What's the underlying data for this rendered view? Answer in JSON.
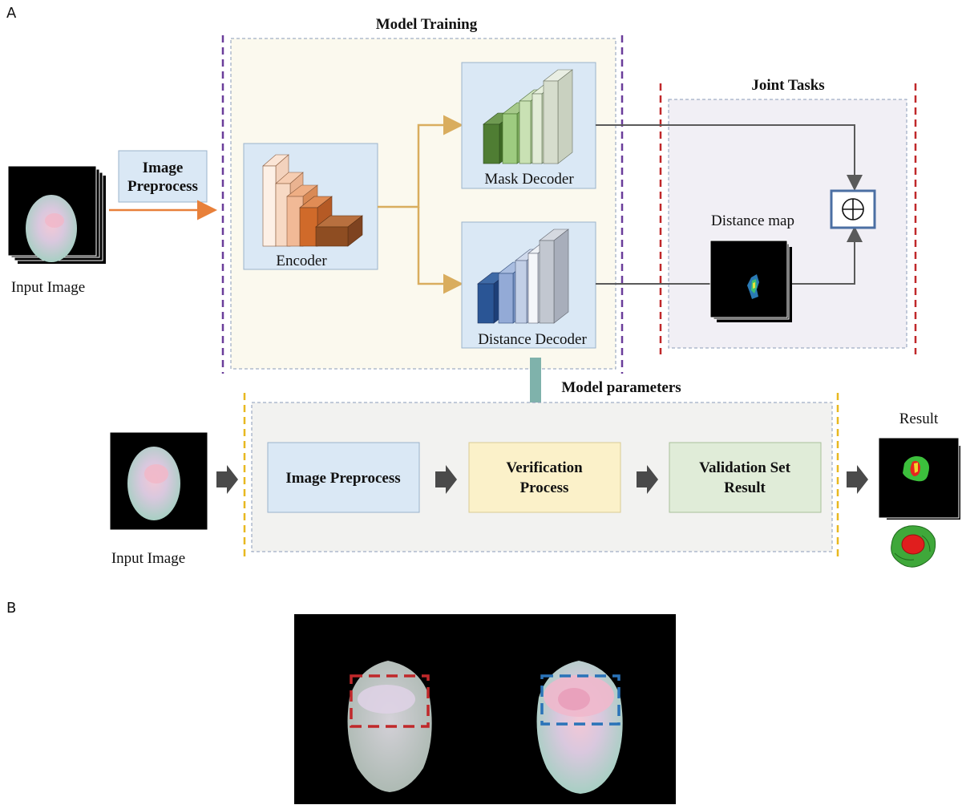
{
  "panel_a": {
    "tag": "A",
    "model_training": "Model Training",
    "joint_tasks": "Joint Tasks",
    "image_preprocess_line1": "Image",
    "image_preprocess_line2": "Preprocess",
    "input_image": "Input Image",
    "encoder": "Encoder",
    "mask_decoder": "Mask Decoder",
    "distance_decoder": "Distance Decoder",
    "distance_map": "Distance map",
    "model_parameters": "Model parameters",
    "pipeline": {
      "input_image": "Input Image",
      "step1": "Image Preprocess",
      "step2_line1": "Verification",
      "step2_line2": "Process",
      "step3_line1": "Validation Set",
      "step3_line2": "Result",
      "result": "Result"
    }
  },
  "panel_b": {
    "tag": "B"
  },
  "colors": {
    "purple_dash": "#6a3d9a",
    "red_dash": "#c0282a",
    "yellow_dash": "#e8b820",
    "orange_arrow": "#e8803a",
    "gold_arrow": "#d9ad5e",
    "teal_arrow": "#7fb2ab",
    "gray_arrow": "#4a4a4a",
    "box_blue": "#dae8f5",
    "box_yellow": "#fbf1c9",
    "box_green": "#e0ecd8",
    "training_bg": "#fbf9ee",
    "joint_bg": "#f1eff5",
    "pipeline_bg": "#f2f2f0"
  }
}
